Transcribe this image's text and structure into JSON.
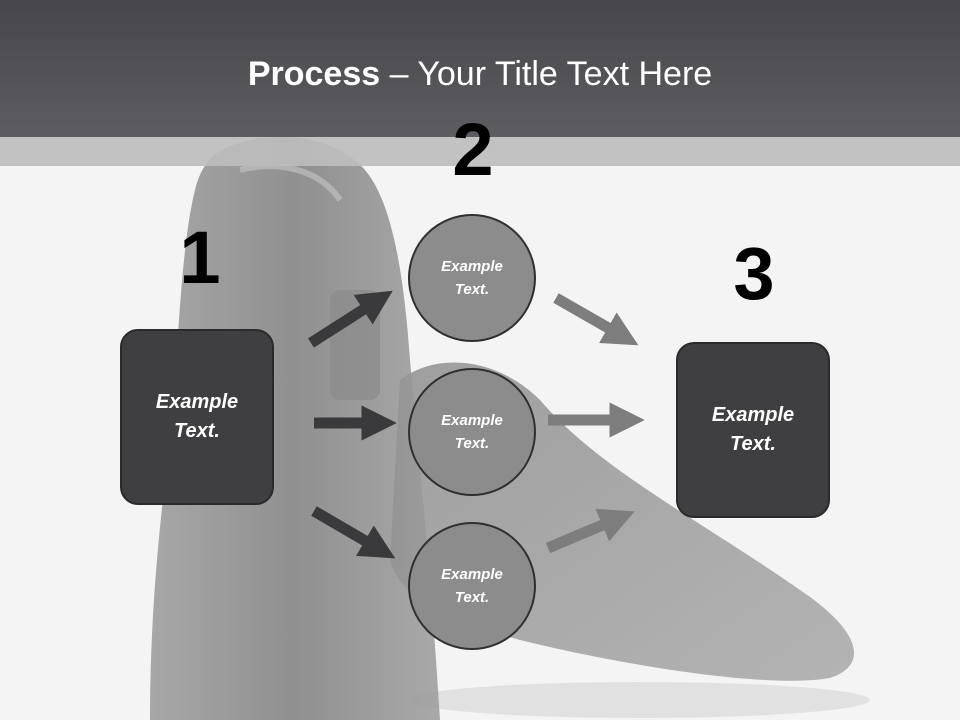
{
  "title": {
    "bold": "Process",
    "rest": " – Your Title Text Here"
  },
  "steps": {
    "one": {
      "number": "1",
      "text": "Example Text."
    },
    "two": {
      "number": "2",
      "circles": [
        "Example Text.",
        "Example Text.",
        "Example Text."
      ]
    },
    "three": {
      "number": "3",
      "text": "Example Text."
    }
  },
  "colors": {
    "header": "#525256",
    "box": "#3f3f41",
    "circle": "#8c8c8c",
    "dark_arrow": "#3a3a3c",
    "light_arrow": "#7d7d7d"
  },
  "icons": {
    "arrow": "right-arrow-icon",
    "background": "shoes-photo"
  }
}
